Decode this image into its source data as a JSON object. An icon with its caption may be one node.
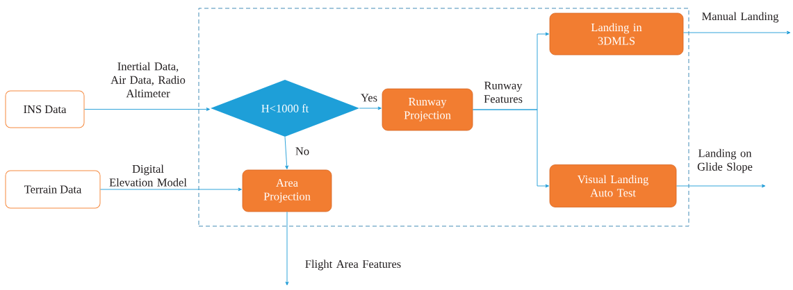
{
  "diagram": {
    "nodes": [
      {
        "text": [
          "INS Data"
        ]
      },
      {
        "text": [
          "Terrain Data"
        ]
      },
      {
        "text": [],
        "shape": "box"
      },
      {
        "text": [
          "H<1000 ft"
        ],
        "in": 2
      },
      {
        "text": [
          "Runway Projection"
        ],
        "in": 2
      },
      {
        "text": [
          "Area Projection"
        ],
        "in": 2
      },
      {
        "text": [
          "Landing in 3DMLS"
        ],
        "in": 2
      },
      {
        "text": [
          "Visual Landing Auto Test"
        ],
        "in": 2
      }
    ],
    "edges": [
      {
        "from": 0,
        "to": 3,
        "arrow": "to",
        "label": "Inertial Data, Air Data, Radio Altimeter"
      },
      {
        "from": 3,
        "to": 4,
        "arrow": "to",
        "label": "Yes"
      },
      {
        "from": 3,
        "to": 5,
        "arrow": "to",
        "label": "No"
      },
      {
        "from": 1,
        "to": 5,
        "arrow": "to",
        "label": "Digital Elevation Model"
      },
      {
        "from": 4,
        "to": 6,
        "arrow": "to",
        "label": "Runway Features"
      },
      {
        "from": 4,
        "to": 7,
        "arrow": "to"
      },
      {
        "from": 6,
        "to": null,
        "arrow": "to",
        "label": "Manual Landing"
      },
      {
        "from": 7,
        "to": null,
        "arrow": "to",
        "label": "Landing on Glide Slope"
      },
      {
        "from": 5,
        "to": null,
        "arrow": "to",
        "label": "Flight Area Features"
      }
    ]
  }
}
